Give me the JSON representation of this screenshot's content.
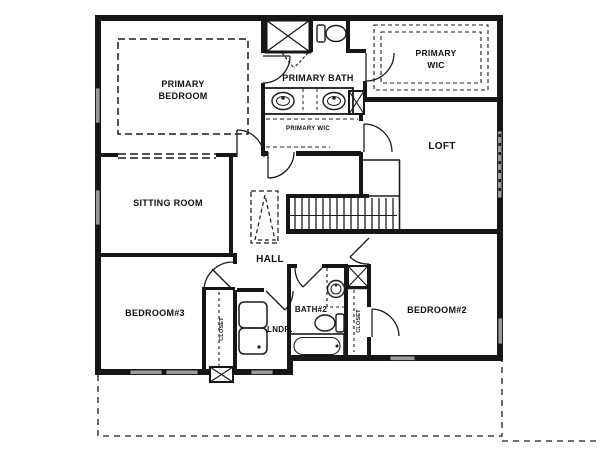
{
  "plan": {
    "title": "second-floor-plan",
    "colors": {
      "wall": "#161616",
      "line": "#1c1c1c",
      "window_fill": "#9a9a9a",
      "background": "#ffffff",
      "text": "#111111"
    },
    "rooms": {
      "primary_bedroom": {
        "line1": "PRIMARY",
        "line2": "BEDROOM"
      },
      "primary_bath": {
        "label": "PRIMARY BATH"
      },
      "primary_wic_hall": {
        "label": "PRIMARY WIC"
      },
      "primary_wic": {
        "line1": "PRIMARY",
        "line2": "WIC"
      },
      "loft": {
        "label": "LOFT"
      },
      "sitting_room": {
        "label": "SITTING ROOM"
      },
      "hall": {
        "label": "HALL"
      },
      "bedroom3": {
        "label": "BEDROOM#3"
      },
      "laundry": {
        "label": "LNDR."
      },
      "bath2": {
        "label": "BATH#2"
      },
      "bedroom2": {
        "label": "BEDROOM#2"
      },
      "closet_laundry": {
        "label": "CLOSET"
      },
      "closet_bedroom2": {
        "label": "CLOSET"
      }
    }
  }
}
